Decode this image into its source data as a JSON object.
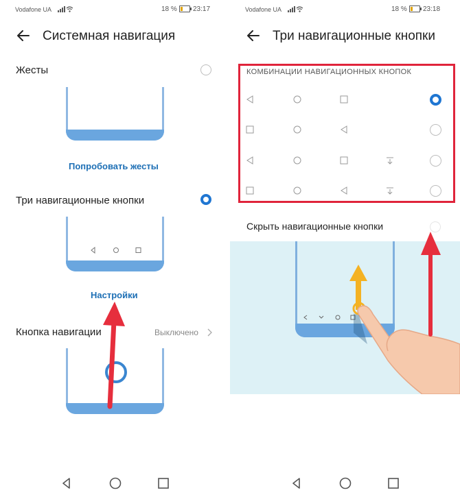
{
  "left": {
    "status": {
      "carrier": "Vodafone UA",
      "battery_pct": "18 %",
      "time": "23:17"
    },
    "title": "Системная навигация",
    "options": {
      "gestures": {
        "label": "Жесты",
        "selected": false,
        "action": "Попробовать жесты"
      },
      "three_buttons": {
        "label": "Три навигационные кнопки",
        "selected": true,
        "action": "Настройки"
      },
      "nav_button": {
        "label": "Кнопка навигации",
        "value": "Выключено"
      }
    }
  },
  "right": {
    "status": {
      "carrier": "Vodafone UA",
      "battery_pct": "18 %",
      "time": "23:18"
    },
    "title": "Три навигационные кнопки",
    "combos_title": "КОМБИНАЦИИ НАВИГАЦИОННЫХ КНОПОК",
    "combos": [
      {
        "icons": [
          "back-triangle",
          "home-circle",
          "recent-square"
        ],
        "selected": true
      },
      {
        "icons": [
          "recent-square",
          "home-circle",
          "back-triangle"
        ],
        "selected": false
      },
      {
        "icons": [
          "back-triangle",
          "home-circle",
          "recent-square",
          "notification-pull"
        ],
        "selected": false
      },
      {
        "icons": [
          "recent-square",
          "home-circle",
          "back-triangle",
          "notification-pull"
        ],
        "selected": false
      }
    ],
    "hide_label": "Скрыть навигационные кнопки"
  },
  "colors": {
    "accent": "#1f76d2",
    "link": "#1d6fb5",
    "highlight": "#e0243b",
    "phone": "#6aa6df",
    "demo_bg": "#ddf1f6",
    "arrow_red": "#e62e3d",
    "arrow_yellow": "#f4b223"
  }
}
